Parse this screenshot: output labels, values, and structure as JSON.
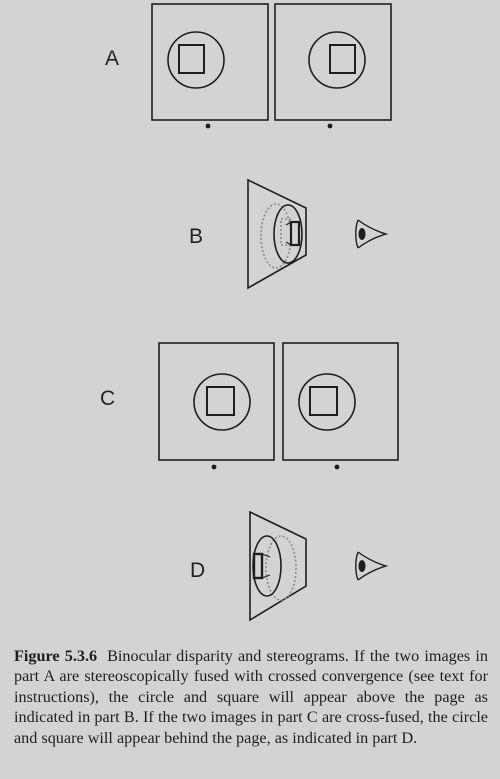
{
  "figure": {
    "labels": {
      "a": "A",
      "b": "B",
      "c": "C",
      "d": "D"
    }
  },
  "caption": {
    "number": "Figure 5.3.6",
    "text": "Binocular disparity and stereograms. If the two images in part A are stereoscopically fused with crossed convergence (see text for instructions), the circle and square will appear above the page as indicated in part B. If the two images in part C are cross-fused, the circle and square will appear behind the page, as indicated in part D."
  },
  "colors": {
    "background": "#d3d3d3",
    "ink": "#1e1e1e",
    "faint": "#8a8a8a"
  }
}
